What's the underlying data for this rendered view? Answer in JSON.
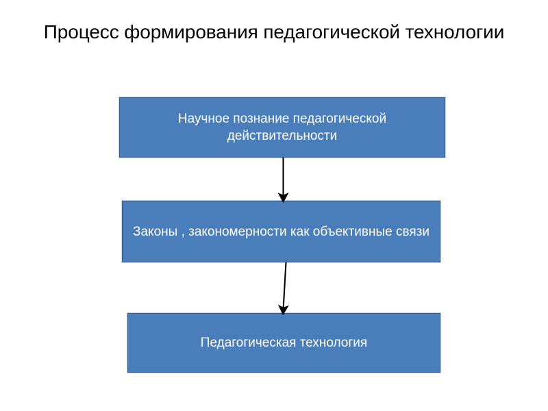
{
  "slide": {
    "title": "Процесс формирования педагогической технологии",
    "background_color": "#ffffff"
  },
  "diagram": {
    "type": "flowchart",
    "orientation": "vertical-top-down",
    "box_fill_color": "#4A7EBB",
    "box_border_color": "#385D8A",
    "box_text_color": "#FFFFFF",
    "arrow_color": "#000000",
    "nodes": [
      {
        "id": "node-1",
        "label": "Научное познание педагогической действительности"
      },
      {
        "id": "node-2",
        "label": "Законы , закономерности как объективные связи"
      },
      {
        "id": "node-3",
        "label": "Педагогическая технология"
      }
    ],
    "edges": [
      {
        "id": "edge-1",
        "from": "node-1",
        "to": "node-2",
        "style": "single-arrow"
      },
      {
        "id": "edge-2",
        "from": "node-2",
        "to": "node-3",
        "style": "single-arrow"
      }
    ]
  }
}
